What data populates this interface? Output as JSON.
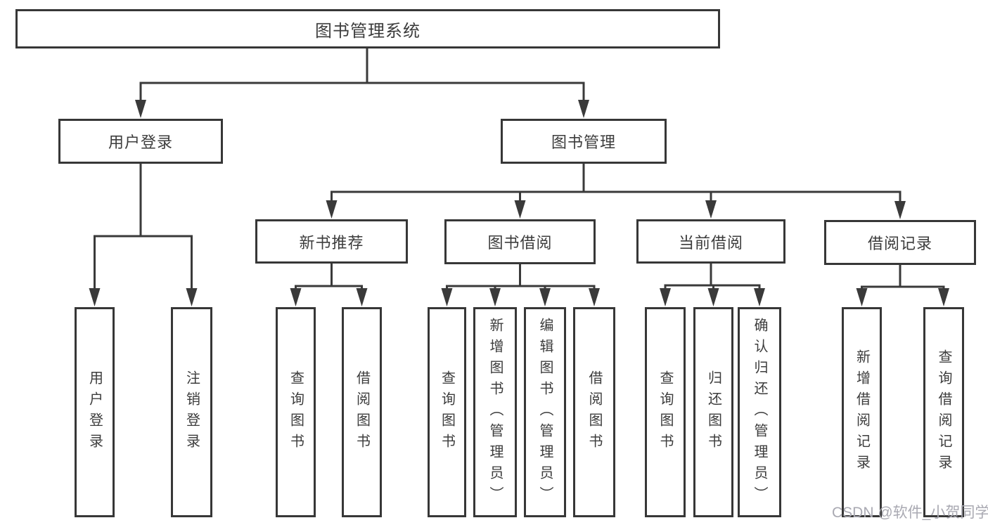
{
  "tree": {
    "root": {
      "label": "图书管理系统"
    },
    "branches": [
      {
        "label": "用户登录",
        "children": [
          {
            "label": "用户登录"
          },
          {
            "label": "注销登录"
          }
        ]
      },
      {
        "label": "图书管理",
        "children": [
          {
            "label": "新书推荐",
            "children": [
              {
                "label": "查询图书"
              },
              {
                "label": "借阅图书"
              }
            ]
          },
          {
            "label": "图书借阅",
            "children": [
              {
                "label": "查询图书"
              },
              {
                "label": "新增图书（管理员）"
              },
              {
                "label": "编辑图书（管理员）"
              },
              {
                "label": "借阅图书"
              }
            ]
          },
          {
            "label": "当前借阅",
            "children": [
              {
                "label": "查询图书"
              },
              {
                "label": "归还图书"
              },
              {
                "label": "确认归还（管理员）"
              }
            ]
          },
          {
            "label": "借阅记录",
            "children": [
              {
                "label": "新增借阅记录"
              },
              {
                "label": "查询借阅记录"
              }
            ]
          }
        ]
      }
    ]
  },
  "watermark": "CSDN @软件_小贺同学",
  "colors": {
    "line": "#3a3a3a",
    "text": "#3c3c3c",
    "box_background": "#ffffff",
    "watermark": "#a9a9b2",
    "background": "#ffffff"
  }
}
